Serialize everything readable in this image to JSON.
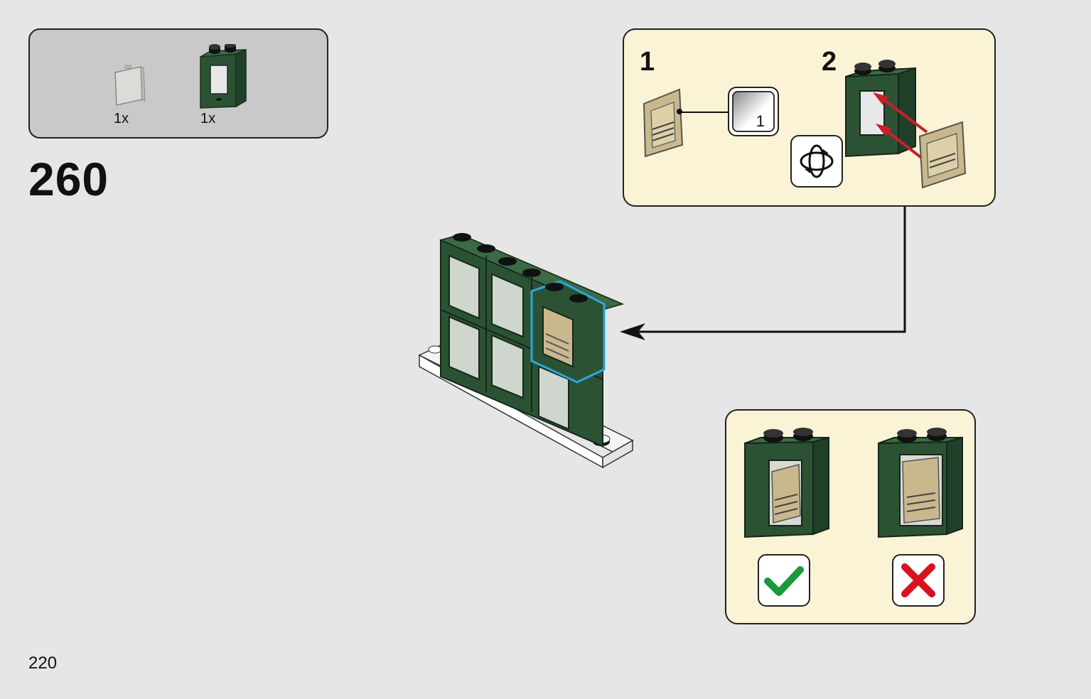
{
  "parts_list": [
    {
      "name": "transparent-window-glass",
      "qty": "1x"
    },
    {
      "name": "dark-green-window-frame",
      "qty": "1x"
    }
  ],
  "step_number": "260",
  "page_number": "220",
  "substeps": [
    {
      "number": "1",
      "sticker_number": "1"
    },
    {
      "number": "2"
    }
  ],
  "check": {
    "correct": "check-mark-icon",
    "incorrect": "cross-mark-icon"
  },
  "colors": {
    "background": "#e6e6e6",
    "parts_box": "#c9c9c9",
    "callout": "#fbf3d6",
    "brick_green": "#2c5234",
    "highlight": "#29a8df",
    "arrow_red": "#c8202a",
    "check_green": "#1a9a3a",
    "cross_red": "#d8121f"
  }
}
